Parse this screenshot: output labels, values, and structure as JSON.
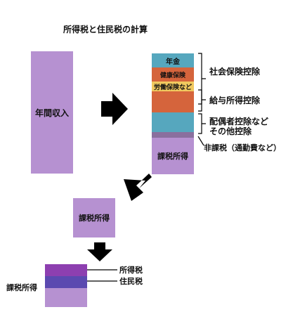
{
  "title": "所得税と住民税の計算",
  "annual_income_label": "年間収入",
  "stack": {
    "pension_label": "年金",
    "health_label_1": "健康保険",
    "health_label_2": "労働保険など",
    "taxable_label": "課税所得"
  },
  "brackets": {
    "social_insurance": "社会保険控除",
    "salary_deduction": "給与所得控除",
    "spouse_deduction_1": "配偶者控除など",
    "spouse_deduction_2": "その他控除",
    "non_taxable": "非課税（通勤費など）"
  },
  "middle_box_label": "課税所得",
  "bottom": {
    "left_label": "課税所得",
    "income_tax": "所得税",
    "resident_tax": "住民税"
  },
  "colors": {
    "lavender": "#b691d1",
    "teal": "#56a7be",
    "orange": "#d5643c",
    "yellow": "#f1c95f",
    "purple_dark": "#8d3fb0",
    "indigo": "#5b49b0",
    "plum": "#8a6f9e"
  }
}
